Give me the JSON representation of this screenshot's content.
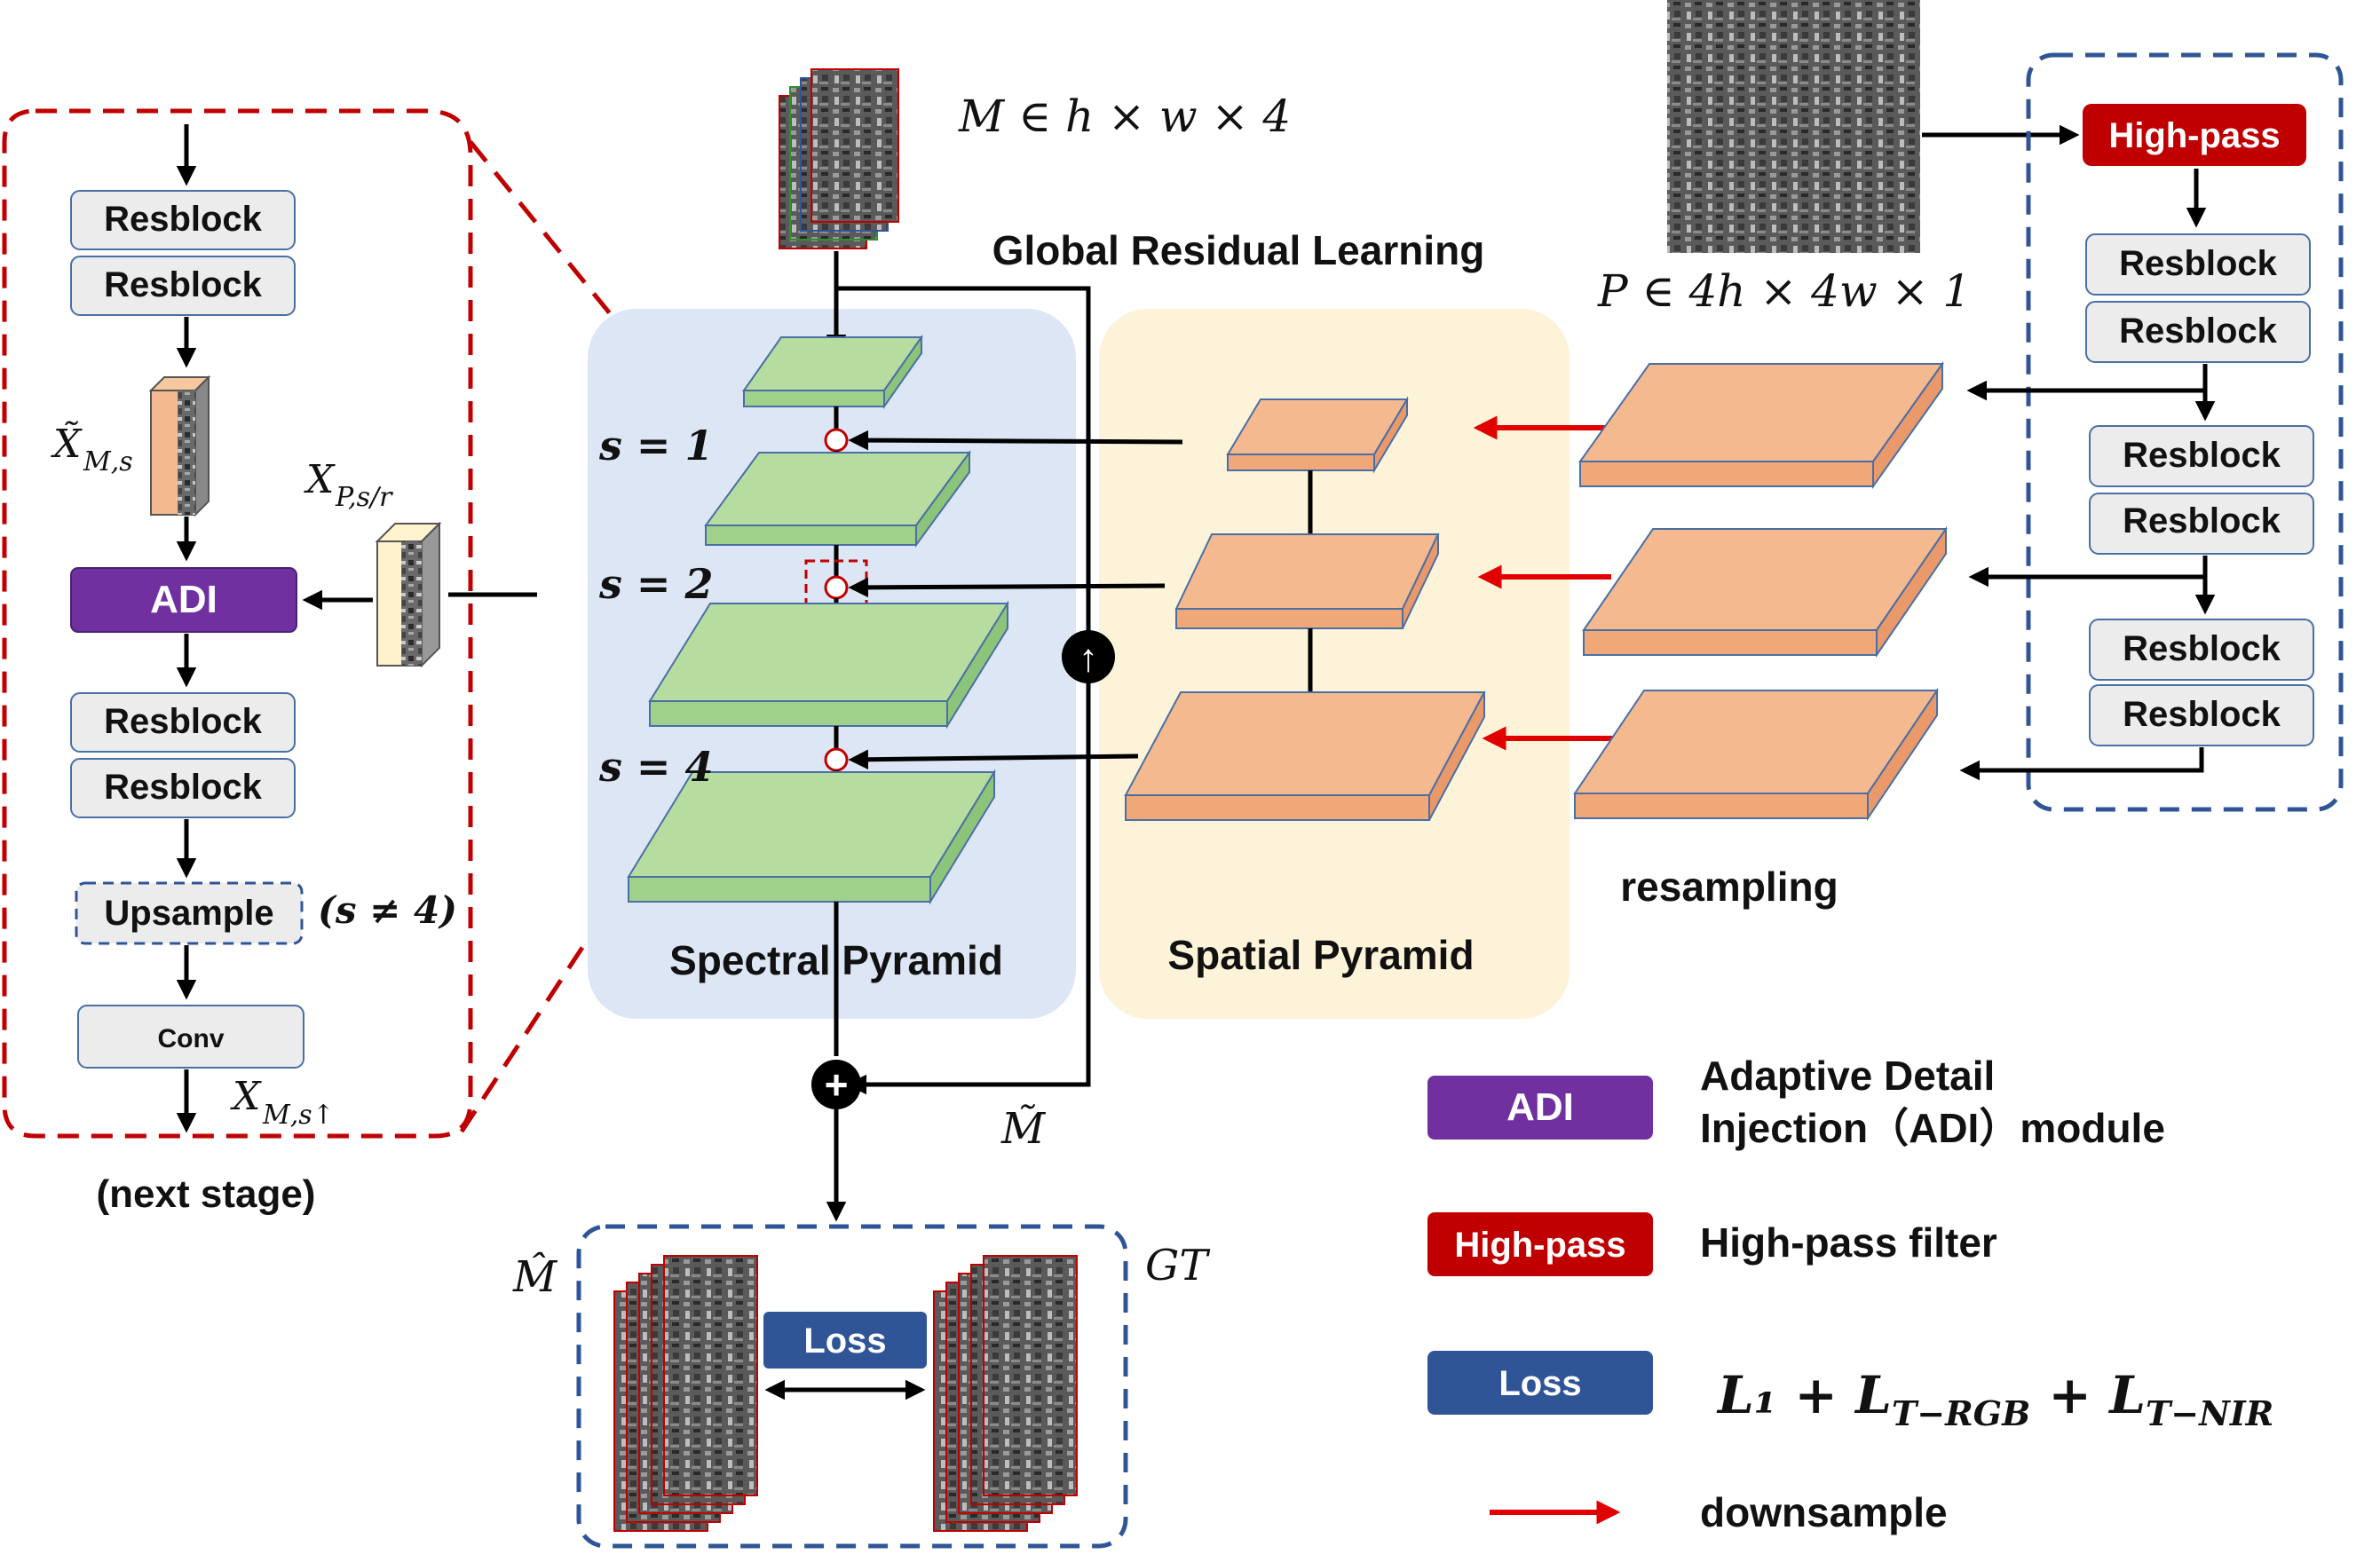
{
  "colors": {
    "adi": "#7030a0",
    "highpass": "#c00000",
    "loss": "#2f5597",
    "downsample_arrow": "#e00000",
    "spectral_bg": "#dde6f5",
    "spatial_bg": "#fdf3d8",
    "green_layer": "#b6dca0",
    "orange_layer": "#f5b98f",
    "block_fill": "#ececec",
    "stage_border": "#c00000",
    "dashed_blue": "#2f5597"
  },
  "left_panel": {
    "blocks": [
      "Resblock",
      "Resblock",
      "ADI",
      "Resblock",
      "Resblock",
      "Upsample",
      "Conv"
    ],
    "x_m_s_tilde": "X̃",
    "x_m_s_tilde_sub": "M,s",
    "x_p_label": "X",
    "x_p_sub": "P,s/r",
    "upsample_cond": "(s ≠ 4)",
    "x_out": "X",
    "x_out_sub": "M,s↑",
    "next_stage": "(next stage)"
  },
  "center": {
    "m_label": "M ∈ h × w × 4",
    "global_residual": "Global Residual Learning",
    "s_labels": [
      "s = 1",
      "s = 2",
      "s = 4"
    ],
    "spectral_label": "Spectral  Pyramid",
    "spatial_label": "Spatial  Pyramid",
    "m_tilde": "M̃",
    "m_hat": "M̂",
    "gt": "GT",
    "loss_button": "Loss",
    "add_sign": "+",
    "up_sign": "↑"
  },
  "right_panel": {
    "p_label": "P ∈ 4h × 4w × 1",
    "highpass_button": "High-pass",
    "resblocks": [
      "Resblock",
      "Resblock",
      "Resblock",
      "Resblock",
      "Resblock",
      "Resblock"
    ],
    "resampling": "resampling"
  },
  "legend": {
    "adi_button": "ADI",
    "adi_text_1": "Adaptive Detail",
    "adi_text_2": "Injection（ADI）module",
    "highpass_button": "High-pass",
    "highpass_text": "High-pass filter",
    "loss_button": "Loss",
    "loss_formula": "L₁ + L",
    "loss_sub_1": "T−RGB",
    "loss_plus": " + L",
    "loss_sub_2": "T−NIR",
    "downsample_text": "downsample"
  }
}
